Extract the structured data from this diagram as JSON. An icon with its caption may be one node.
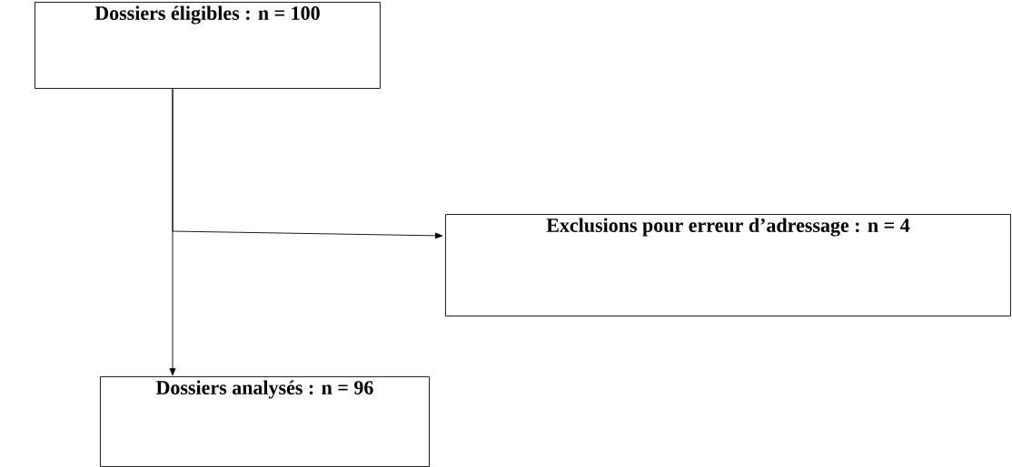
{
  "diagram": {
    "nodes": [
      {
        "text": [
          "Dossiers éligibles : n = 100"
        ]
      },
      {
        "text": [
          "Exclusions pour erreur d’adressage : n = 4"
        ]
      },
      {
        "text": [
          "Dossiers analysés : n = 96"
        ]
      }
    ],
    "edges": [
      {
        "from": 0,
        "to": 1,
        "arrow": "to"
      },
      {
        "from": 0,
        "to": 2,
        "arrow": "to"
      }
    ]
  }
}
